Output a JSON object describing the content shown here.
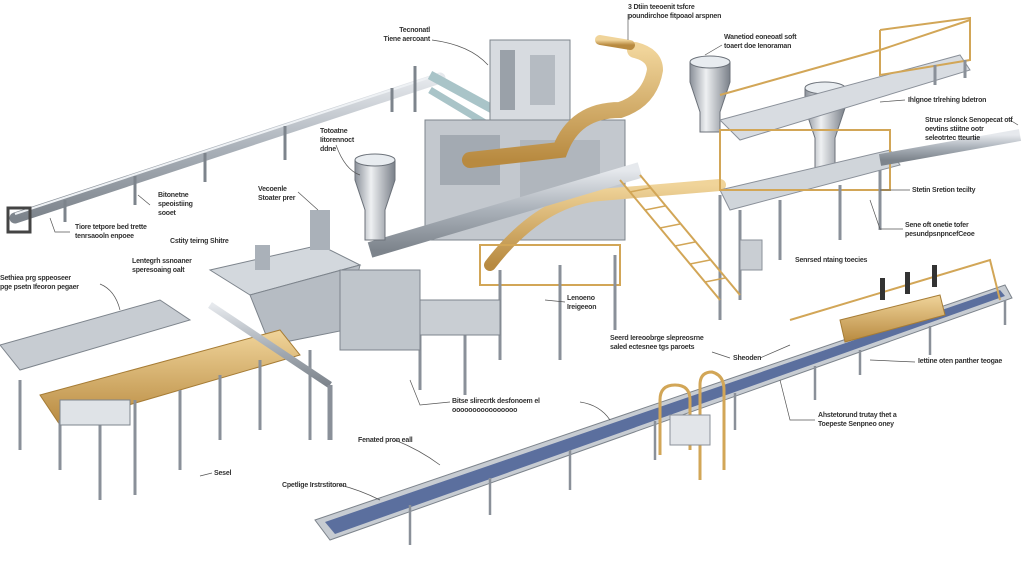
{
  "title": "Industrial processing line diagram",
  "colors": {
    "steel": "#b8bec6",
    "steel_dark": "#7d848c",
    "accent_yellow": "#d9b46a",
    "belt_blue": "#5b6f9e",
    "text": "#333333"
  },
  "labels": [
    {
      "id": "l1",
      "lines": [
        "Tecnonatl",
        "Tiene aercoant"
      ]
    },
    {
      "id": "l2",
      "lines": [
        "3 Dtiin teeoenit tsfcre",
        "poundirchoe fitpoaol arspnen"
      ]
    },
    {
      "id": "l3",
      "lines": [
        "Wanetiod eoneoatl soft",
        "toaert doe Ienoraman"
      ]
    },
    {
      "id": "l4",
      "lines": [
        "Totoatne",
        "Iitorennoct",
        "ddne"
      ]
    },
    {
      "id": "l5",
      "lines": [
        "Bitonetne",
        "speoistiing",
        "sooet"
      ]
    },
    {
      "id": "l6",
      "lines": [
        "Vecoenle",
        "Stoater prer"
      ]
    },
    {
      "id": "l7",
      "lines": [
        "Tiore tetpore bed trette",
        "tenrsaooln enpoee"
      ]
    },
    {
      "id": "l8",
      "lines": [
        "Cstity teirng Shitre"
      ]
    },
    {
      "id": "l9",
      "lines": [
        "Lentegrh ssnoaner",
        "speresoaing oalt"
      ]
    },
    {
      "id": "l10",
      "lines": [
        "Sethiea prg sppeoseer",
        "pge psetn  Ifeoron pegaer"
      ]
    },
    {
      "id": "l11",
      "lines": [
        "Ihlgnoe trlrehing bdetron"
      ]
    },
    {
      "id": "l12",
      "lines": [
        "Strue rslonck Senopecat otf",
        "oevtins stiitne ootr",
        "seleotrtec tteurtie"
      ]
    },
    {
      "id": "l13",
      "lines": [
        "Stetin Sretion tecilty"
      ]
    },
    {
      "id": "l14",
      "lines": [
        "Sene oft onetie tofer",
        "pesundpsnpncefCeoe"
      ]
    },
    {
      "id": "l15",
      "lines": [
        "Senrsed ntaing toecies"
      ]
    },
    {
      "id": "l16",
      "lines": [
        "Lenoeno",
        "Ireigeeon"
      ]
    },
    {
      "id": "l17",
      "lines": [
        "Seerd Iereoobrge slepreosrne",
        "saled ectesnee tgs paroets"
      ]
    },
    {
      "id": "l18",
      "lines": [
        "Sheoden"
      ]
    },
    {
      "id": "l19",
      "lines": [
        "Iettine oten panther teogae"
      ]
    },
    {
      "id": "l20",
      "lines": [
        "Bitse slirecrtk desfonoem el",
        "oooooooooooooooo"
      ]
    },
    {
      "id": "l21",
      "lines": [
        "Ahstetorund trutay thet a",
        "Toepeste Senpneo oney"
      ]
    },
    {
      "id": "l22",
      "lines": [
        "Fenated pron eall"
      ]
    },
    {
      "id": "l23",
      "lines": [
        "Sesel"
      ]
    },
    {
      "id": "l24",
      "lines": [
        "Cpetlige Irstrstitoren"
      ]
    }
  ]
}
